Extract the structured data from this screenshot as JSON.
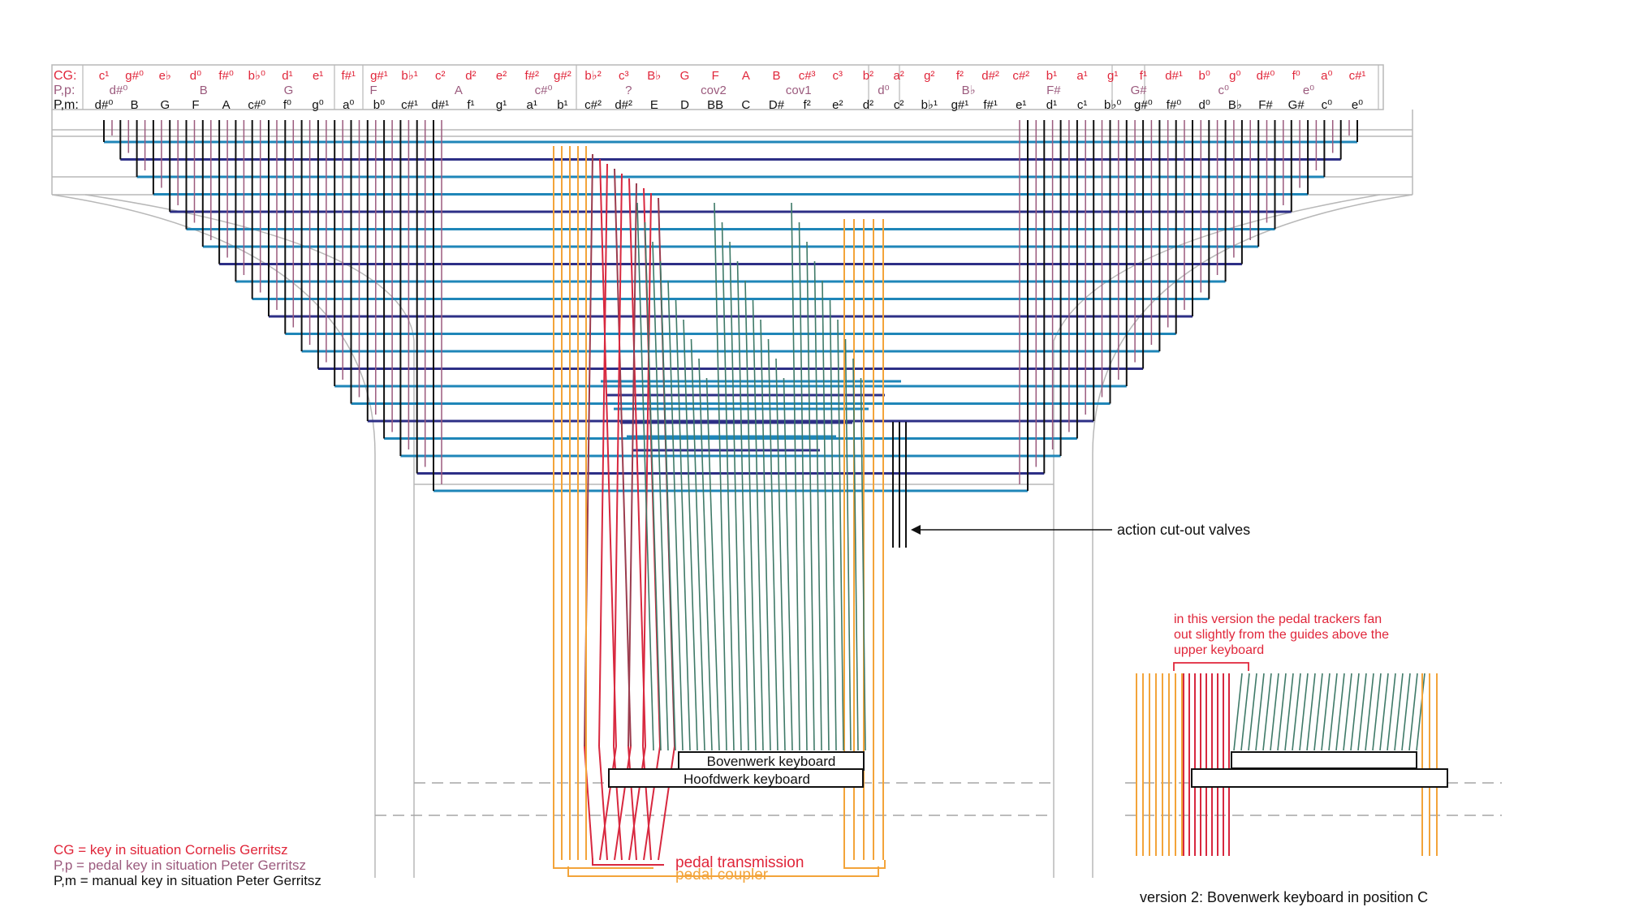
{
  "colors": {
    "cg": "#e0263a",
    "pp": "#9b5a7d",
    "pm": "#111111",
    "tracker_light": "#1f86b8",
    "tracker_dark": "#2d2f86",
    "pedal": "#d8283f",
    "pedal_dark": "#9b3c4e",
    "coupler": "#f3a43a",
    "green": "#3f7a68",
    "frame": "#b8b8b8",
    "dash": "#a6a6a6"
  },
  "header": {
    "row_labels": {
      "cg": "CG:",
      "pp": "P,p:",
      "pm": "P,m:"
    },
    "cg": [
      "c¹",
      "g#⁰",
      "e♭",
      "d⁰",
      "f#⁰",
      "b♭⁰",
      "d¹",
      "e¹",
      "f#¹",
      "g#¹",
      "b♭¹",
      "c²",
      "d²",
      "e²",
      "f#²",
      "g#²",
      "b♭²",
      "c³",
      "B♭",
      "G",
      "F",
      "A",
      "B",
      "c#³",
      "c³",
      "b²",
      "a²",
      "g²",
      "f²",
      "d#²",
      "c#²",
      "b¹",
      "a¹",
      "g¹",
      "f¹",
      "d#¹",
      "b⁰",
      "g⁰",
      "d#⁰",
      "f⁰",
      "a⁰",
      "c#¹"
    ],
    "pp": [
      "d#⁰",
      "B",
      "G",
      "F",
      "A",
      "c#⁰",
      "?",
      "cov2",
      "cov1",
      "d⁰",
      "B♭",
      "F#",
      "G#",
      "c⁰",
      "e⁰"
    ],
    "pm": [
      "d#⁰",
      "B",
      "G",
      "F",
      "A",
      "c#⁰",
      "f⁰",
      "g⁰",
      "a⁰",
      "b⁰",
      "c#¹",
      "d#¹",
      "f¹",
      "g¹",
      "a¹",
      "b¹",
      "c#²",
      "d#²",
      "E",
      "D",
      "BB",
      "C",
      "D#",
      "f²",
      "e²",
      "d²",
      "c²",
      "b♭¹",
      "g#¹",
      "f#¹",
      "e¹",
      "d¹",
      "c¹",
      "b♭⁰",
      "g#⁰",
      "f#⁰",
      "d⁰",
      "B♭",
      "F#",
      "G#",
      "c⁰",
      "e⁰"
    ]
  },
  "labels": {
    "bovenwerk": "Bovenwerk keyboard",
    "hoofdwerk": "Hoofdwerk keyboard",
    "pedal_transmission": "pedal transmission",
    "pedal_coupler": "pedal coupler",
    "action_valves": "action cut-out valves",
    "version_note": "in this version the pedal trackers fan out slightly from the guides above the upper keyboard",
    "version2_caption": "version 2: Bovenwerk keyboard in position C"
  },
  "legend": [
    {
      "text": "CG  = key in situation Cornelis Gerritsz",
      "color": "#e0263a"
    },
    {
      "text": "P,p  = pedal key in situation Peter Gerritsz",
      "color": "#9b5a7d"
    },
    {
      "text": "P,m = manual key in situation Peter Gerritsz",
      "color": "#111111"
    }
  ]
}
